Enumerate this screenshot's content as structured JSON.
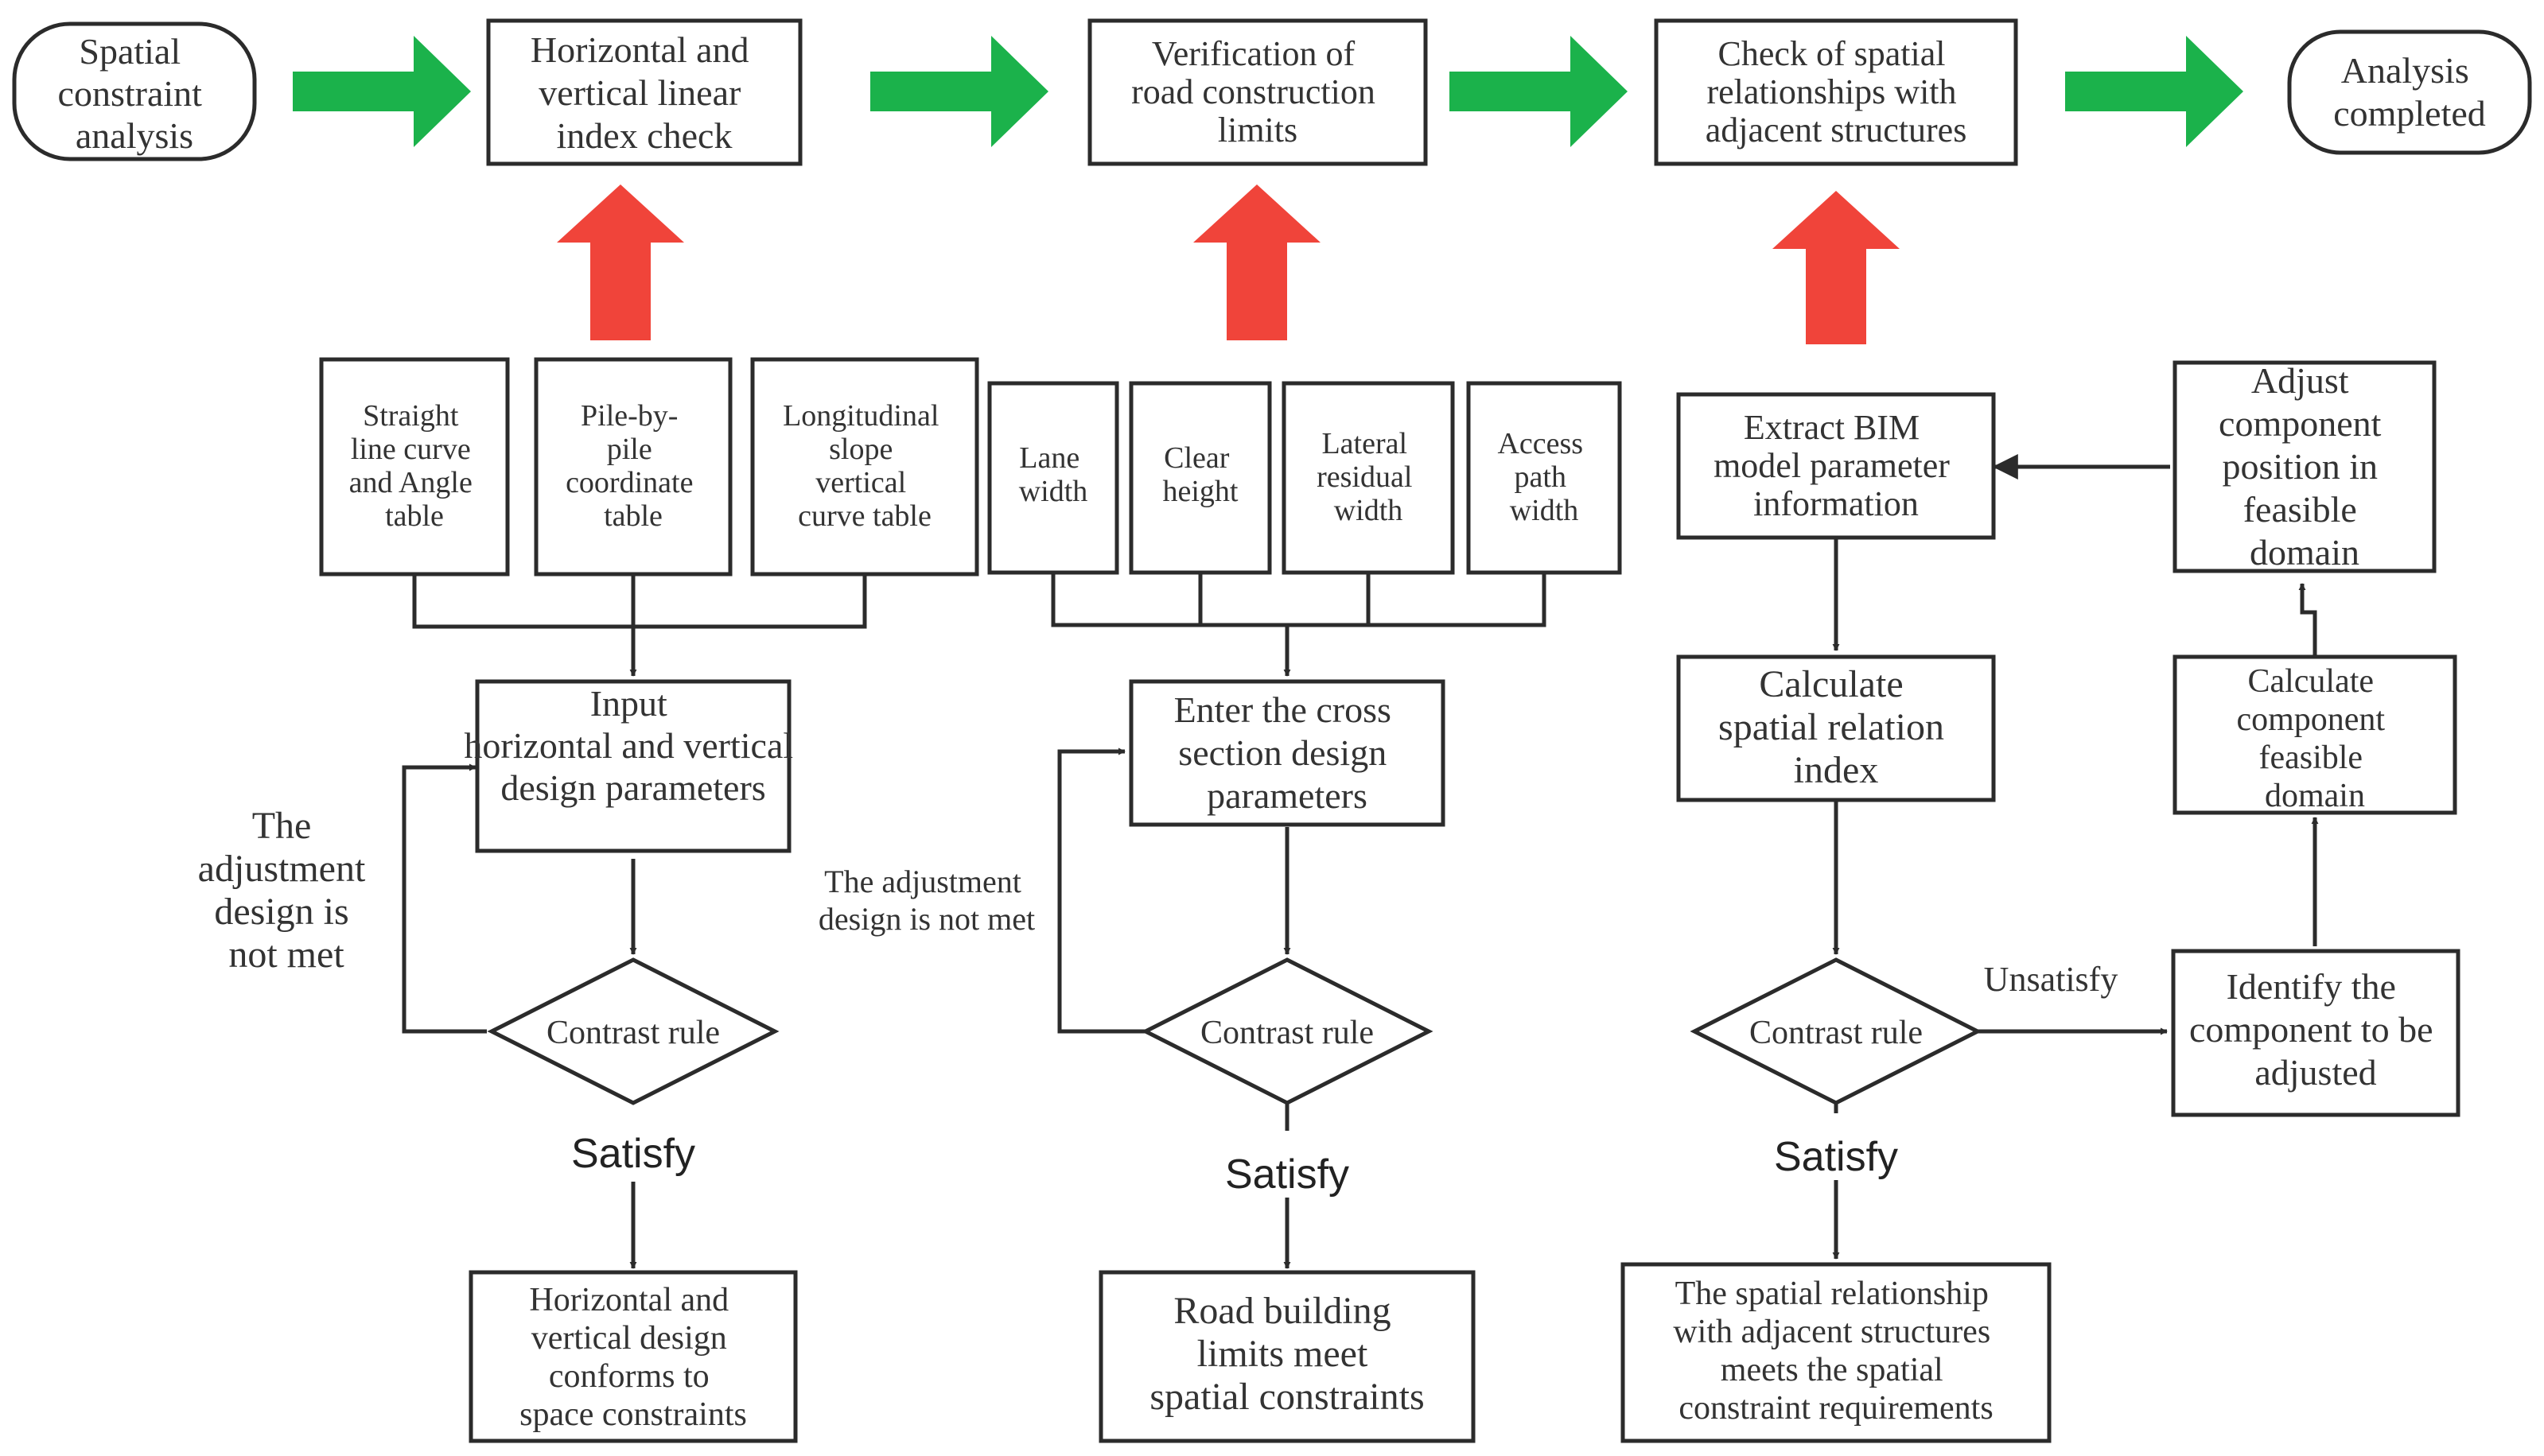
{
  "colors": {
    "green_arrow": "#1bb24b",
    "red_arrow": "#f0443a",
    "stroke": "#2b2b2b",
    "text": "#333333"
  },
  "top_row": {
    "start": "Spatial constraint analysis",
    "step1": "Horizontal and vertical linear index check",
    "step2": "Verification of road construction limits",
    "step3": "Check of spatial relationships with adjacent structures",
    "end": "Analysis completed"
  },
  "section1": {
    "inputs": [
      "Straight line curve and Angle table",
      "Pile-by-pile coordinate table",
      "Longitudinal slope vertical curve table"
    ],
    "input_params": "Input horizontal and vertical design parameters",
    "rule": "Contrast rule",
    "feedback": "The adjustment design is not met",
    "satisfy": "Satisfy",
    "result": "Horizontal and vertical design conforms to space constraints"
  },
  "section2": {
    "inputs": [
      "Lane width",
      "Clear height",
      "Lateral residual width",
      "Access path width"
    ],
    "input_params": "Enter the cross section design parameters",
    "rule": "Contrast rule",
    "feedback": "The adjustment design is not met",
    "satisfy": "Satisfy",
    "result": "Road building limits meet spatial constraints"
  },
  "section3": {
    "extract": "Extract BIM model parameter information",
    "calculate_index": "Calculate spatial relation index",
    "rule": "Contrast rule",
    "unsatisfy": "Unsatisfy",
    "satisfy": "Satisfy",
    "identify": "Identify the component to be adjusted",
    "feasible_domain": "Calculate component feasible domain",
    "adjust": "Adjust component position in feasible domain",
    "result": "The spatial relationship with adjacent structures meets the spatial constraint requirements"
  }
}
